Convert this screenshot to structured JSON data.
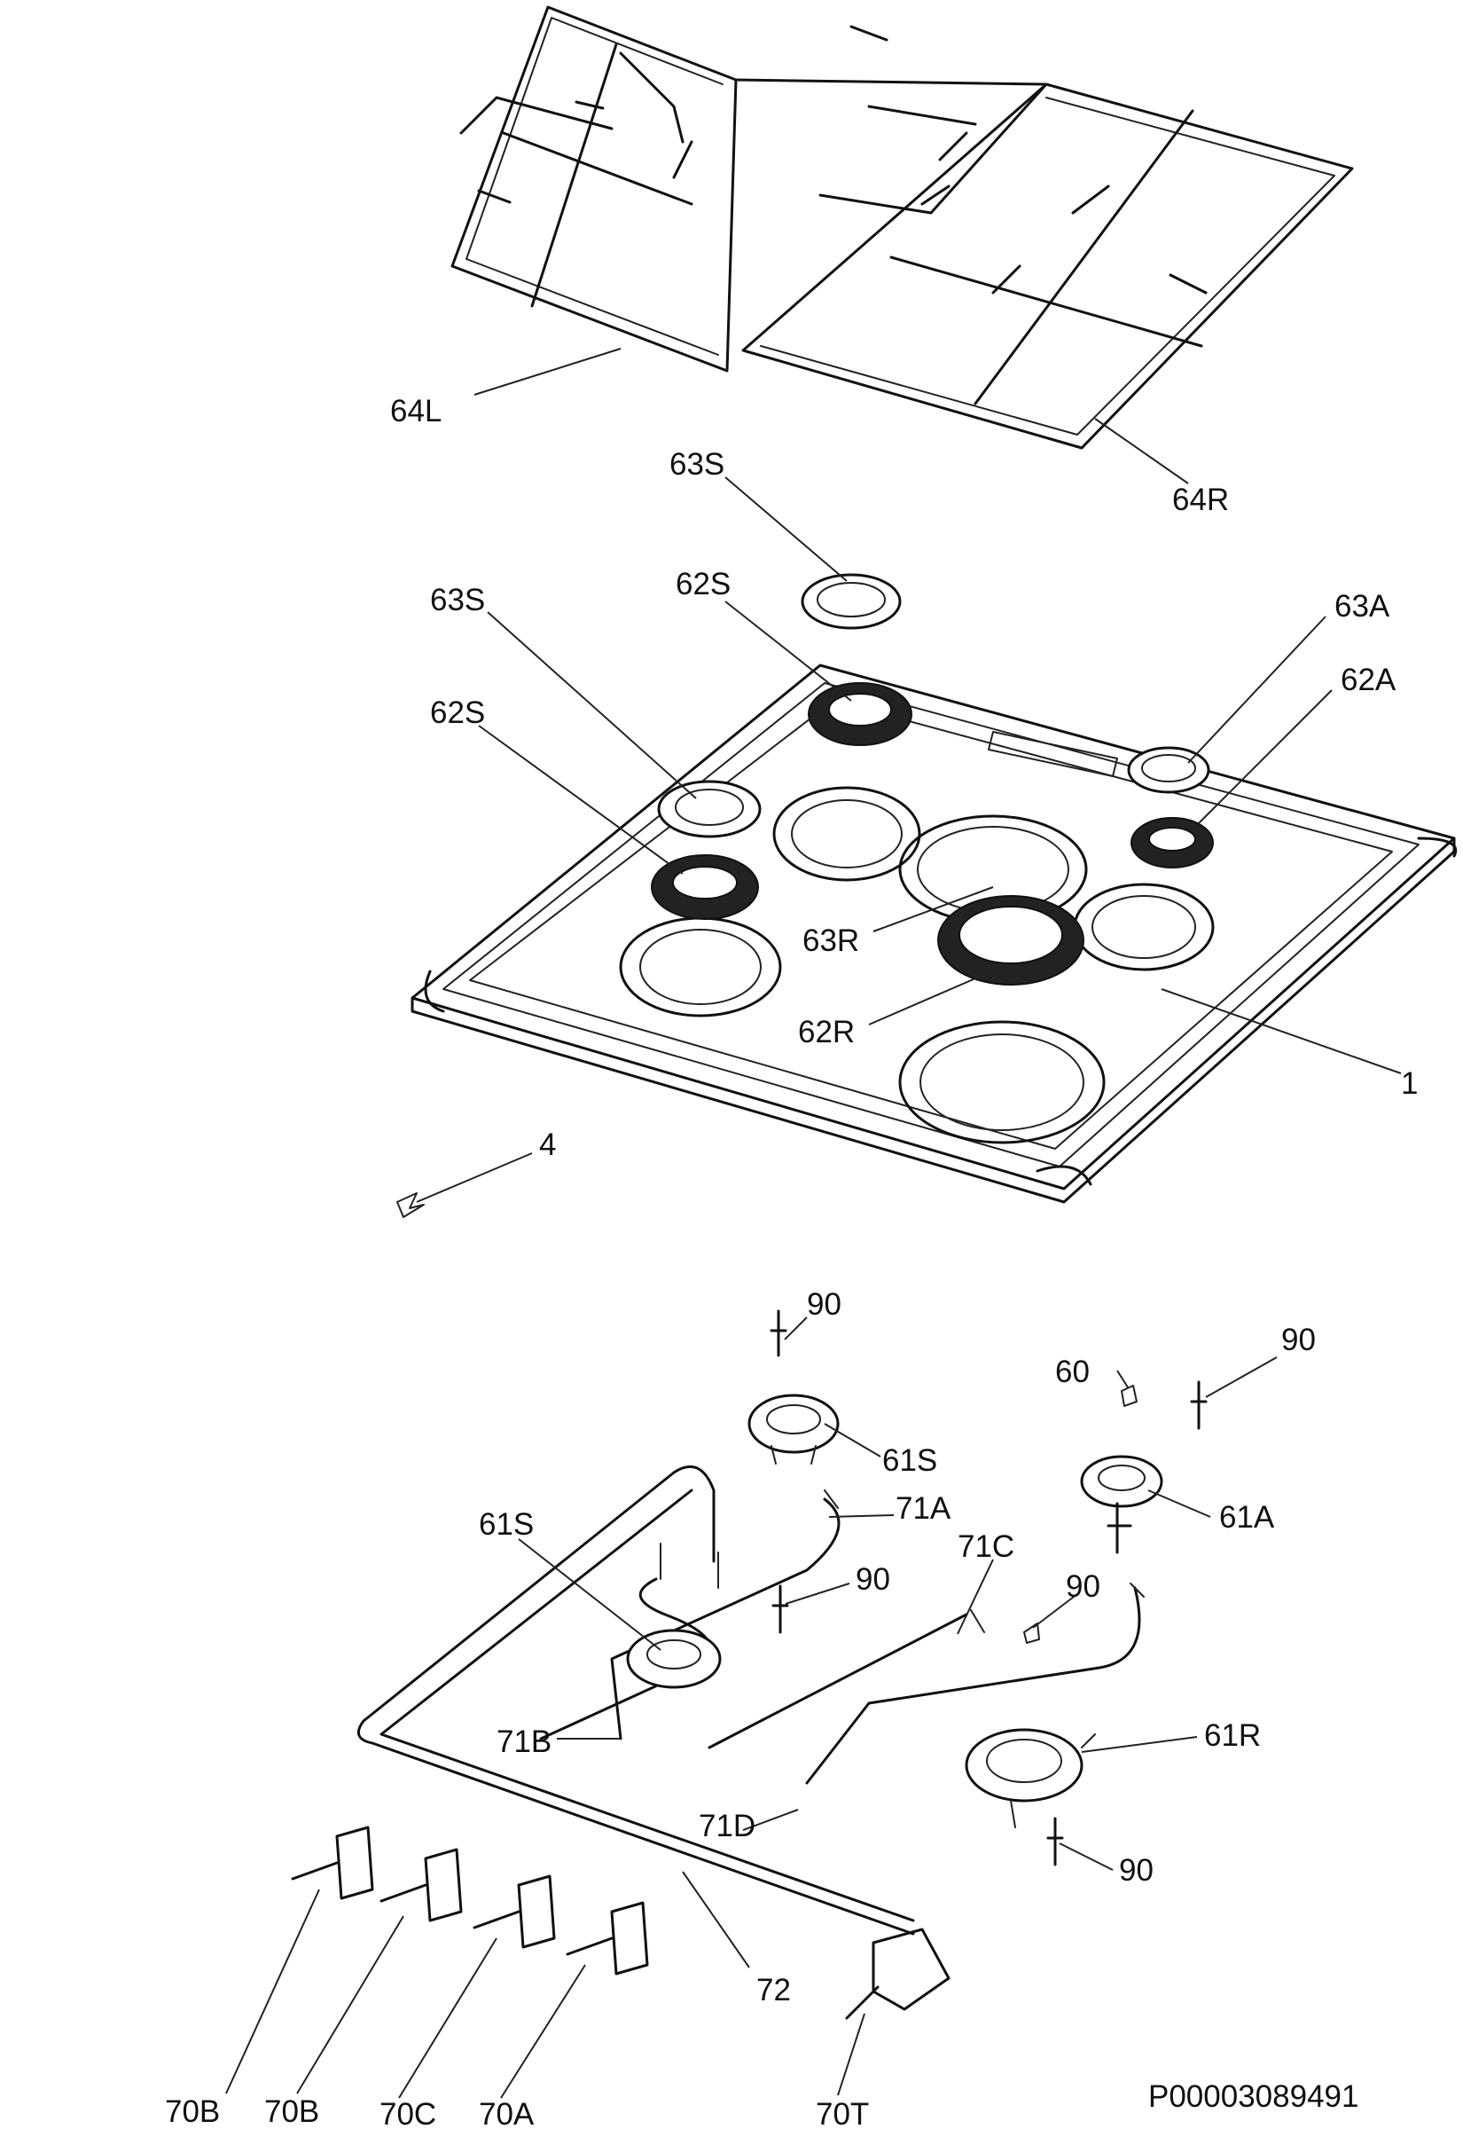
{
  "diagram": {
    "doc_id": "P00003089491",
    "labels": {
      "pan_support_left": "64L",
      "pan_support_right": "64R",
      "cap_top": "63S",
      "cap_left": "63S",
      "crown_top": "62S",
      "crown_left": "62S",
      "cap_aux": "63A",
      "crown_aux": "62A",
      "cap_rapid": "63R",
      "crown_rapid": "62R",
      "hob_top": "1",
      "clip": "4",
      "thermo_top": "90",
      "thermo_right": "90",
      "thermo_mid": "90",
      "thermo_right_mid": "90",
      "thermo_bottom": "90",
      "nut": "60",
      "burner_semi_top": "61S",
      "burner_aux": "61A",
      "burner_semi_left": "61S",
      "burner_rapid": "61R",
      "pipe_71a": "71A",
      "pipe_71c": "71C",
      "pipe_71b": "71B",
      "pipe_71d": "71D",
      "manifold": "72",
      "tap_1": "70B",
      "tap_2": "70B",
      "tap_3": "70C",
      "tap_4": "70A",
      "tap_triple": "70T"
    }
  }
}
